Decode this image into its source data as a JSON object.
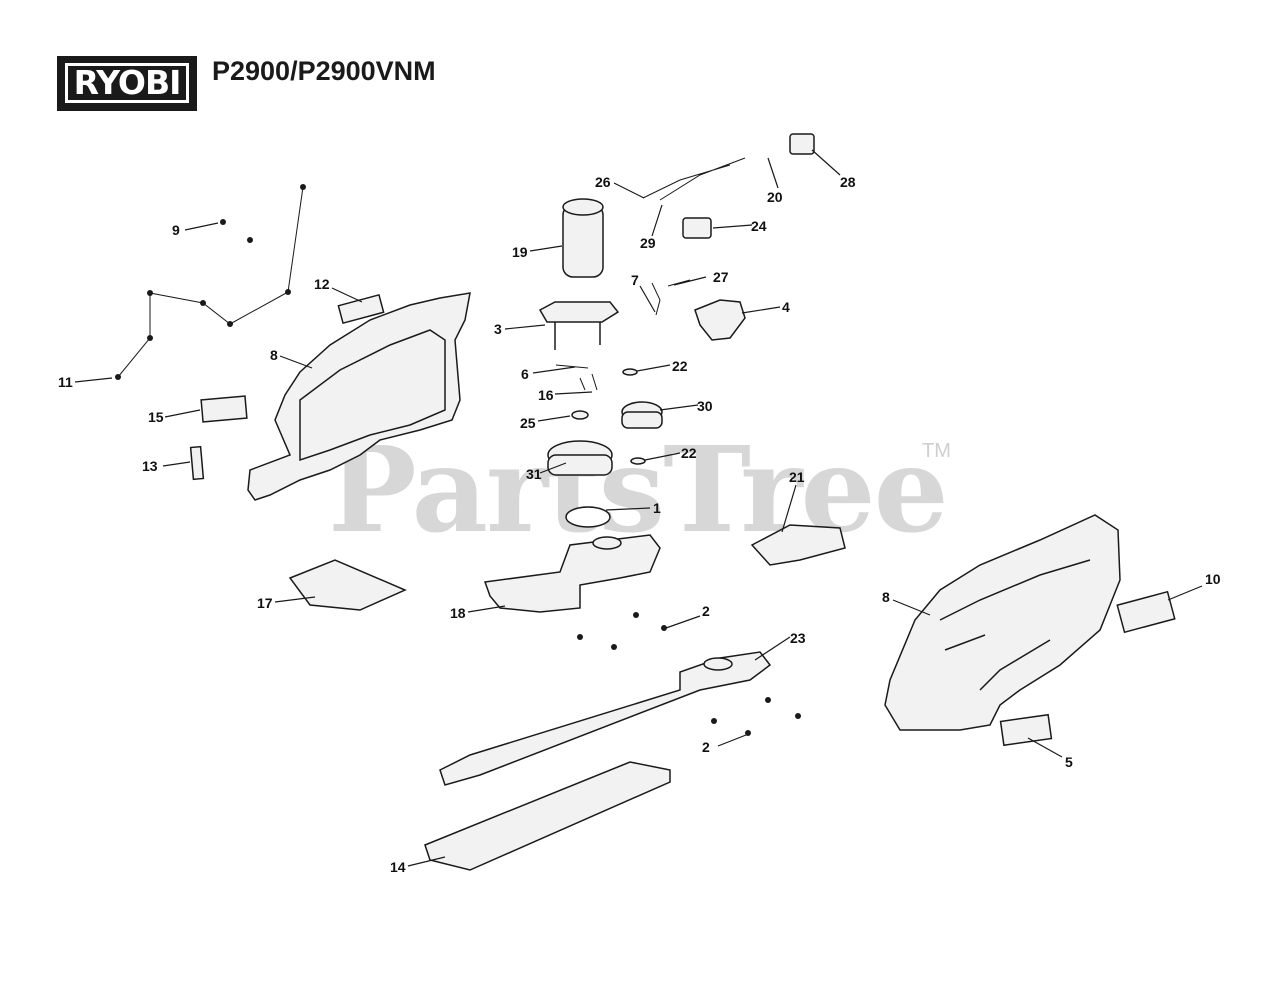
{
  "header": {
    "brand": "RYOBI",
    "model": "P2900/P2900VNM"
  },
  "watermark": {
    "text": "PartsTree",
    "tm": "TM"
  },
  "callouts": [
    "1",
    "2",
    "2",
    "3",
    "4",
    "5",
    "6",
    "7",
    "8",
    "8",
    "9",
    "10",
    "11",
    "12",
    "13",
    "14",
    "15",
    "16",
    "17",
    "18",
    "19",
    "20",
    "21",
    "22",
    "22",
    "23",
    "24",
    "25",
    "26",
    "27",
    "28",
    "29",
    "30",
    "31"
  ],
  "colors": {
    "ink": "#1a1a1a",
    "watermark": "#d7d7d7",
    "part_fill": "#f2f2f2"
  }
}
